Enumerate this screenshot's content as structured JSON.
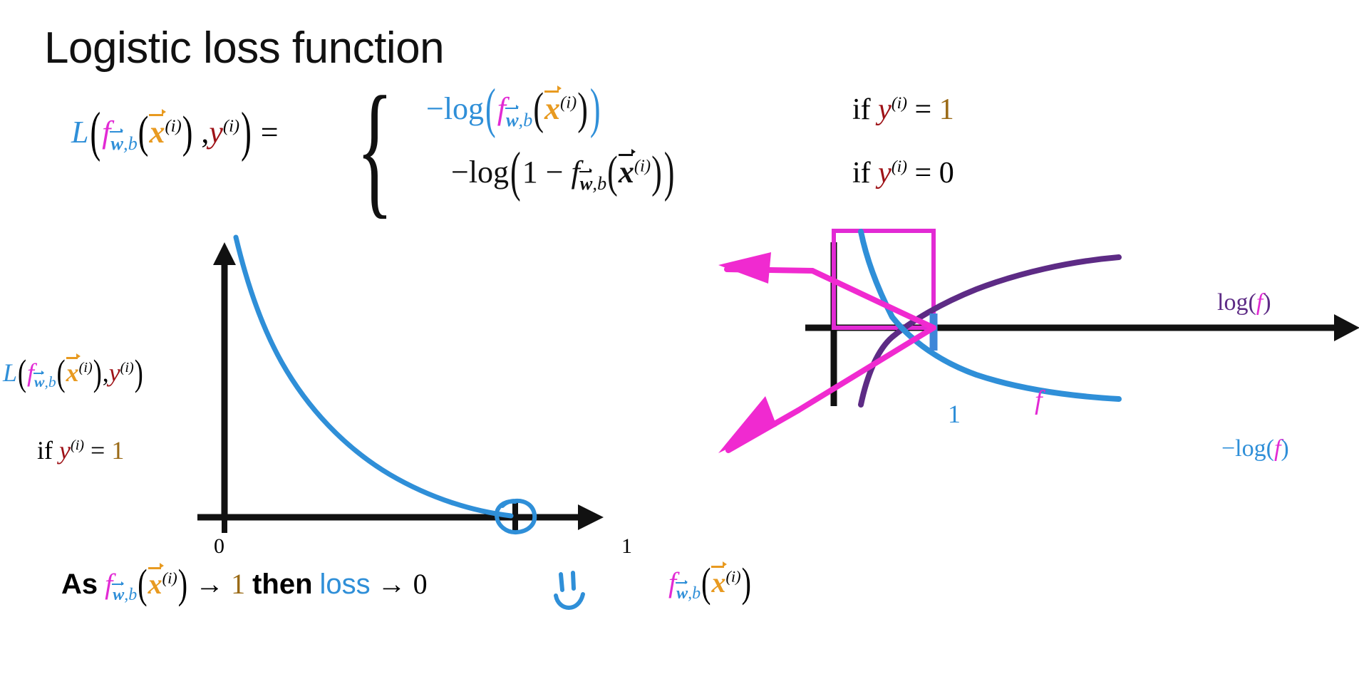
{
  "slide": {
    "title": "Logistic loss function",
    "background_color": "#ffffff"
  },
  "colors": {
    "blue": "#2f8fd8",
    "magenta": "#e22ad4",
    "pink_arrow": "#f02ad0",
    "orange": "#e89a20",
    "dark_red": "#9e1217",
    "brown_gold": "#9a6a16",
    "purple": "#5d2b85",
    "black": "#111111"
  },
  "equation": {
    "lhs": {
      "L": "L",
      "open_paren": "(",
      "f": "f",
      "sub_w": "w",
      "sub_comma_b": ",b",
      "inner_open": "(",
      "x": "x",
      "x_sup": "(i)",
      "inner_close": ")",
      "comma": " ,",
      "y": "y",
      "y_sup": "(i)",
      "close_paren": ")",
      "equals": "="
    },
    "brace": "{",
    "case1": {
      "minus_log": "−log",
      "open": "(",
      "f": "f",
      "sub_w": "w",
      "sub_comma_b": ",b",
      "inner_open": "(",
      "x": "x",
      "x_sup": "(i)",
      "inner_close": ")",
      "close": ")"
    },
    "case1_condition": {
      "if": "if",
      "y": "y",
      "y_sup": "(i)",
      "equals": "=",
      "value": "1"
    },
    "case2": {
      "minus_log": "−log",
      "open": "(",
      "one_minus": "1 −",
      "f": "f",
      "sub_w": "w",
      "sub_comma_b": ",b",
      "inner_open": "(",
      "x": "x",
      "x_sup": "(i)",
      "inner_close": ")",
      "close": ")"
    },
    "case2_condition": {
      "if": "if",
      "y": "y",
      "y_sup": "(i)",
      "equals": "=",
      "value": "0"
    }
  },
  "left_plot": {
    "y_axis_label": {
      "L": "L",
      "open_paren": "(",
      "f": "f",
      "sub_w": "w",
      "sub_comma_b": ",b",
      "inner_open": "(",
      "x": "x",
      "x_sup": "(i)",
      "inner_close": ")",
      "comma": ",",
      "y": "y",
      "y_sup": "(i)",
      "close_paren": ")"
    },
    "y_axis_condition": {
      "if": "if",
      "y": "y",
      "y_sup": "(i)",
      "equals": "=",
      "value": "1"
    },
    "x_tick_0": "0",
    "x_tick_1": "1",
    "curve_color": "#2f8fd8",
    "highlight_circle": "hand-drawn-circle-at-x-equals-1"
  },
  "caption": {
    "as": "As",
    "f": "f",
    "sub_w": "w",
    "sub_comma_b": ",b",
    "open": "(",
    "x": "x",
    "x_sup": "(i)",
    "close": ")",
    "arrow1": "→",
    "one": "1",
    "then": "then",
    "loss": "loss",
    "arrow2": "→",
    "zero": "0",
    "smiley": "smiley-face"
  },
  "right_plot": {
    "x_tick_1": "1",
    "f_label": "f",
    "log_label": {
      "log_open": "log(",
      "f": "f",
      "close": ")"
    },
    "neg_log_label": {
      "log_open": "−log(",
      "f": "f",
      "close": ")"
    },
    "bottom_axis_label": {
      "f": "f",
      "sub_w": "w",
      "sub_comma_b": ",b",
      "open": "(",
      "x": "x",
      "x_sup": "(i)",
      "close": ")"
    },
    "annotation_rect_color": "#e22ad4",
    "annotation_arrow_color": "#f02ad0",
    "log_curve_color": "#5d2b85",
    "neg_log_curve_color": "#2f8fd8"
  },
  "chart_data": [
    {
      "type": "line",
      "title": "Logistic loss when y=1",
      "xlabel": "f_wb(x^(i))",
      "ylabel": "L(f_wb(x^(i)), y^(i))",
      "xticks": [
        "0",
        "1"
      ],
      "xlim": [
        0,
        1.08
      ],
      "ylim": [
        0,
        6
      ],
      "grid": false,
      "legend": "none",
      "series": [
        {
          "name": "-log(f)",
          "color": "#2f8fd8",
          "x": [
            0.04,
            0.08,
            0.13,
            0.2,
            0.3,
            0.42,
            0.55,
            0.7,
            0.85,
            0.95,
            1.0
          ],
          "y": [
            5.9,
            4.7,
            3.9,
            3.1,
            2.3,
            1.65,
            1.1,
            0.65,
            0.28,
            0.1,
            0.0
          ]
        }
      ],
      "annotations": [
        "hand-drawn blue circle at (1, 0)"
      ]
    },
    {
      "type": "line",
      "title": "log(f) and -log(f)",
      "xlabel": "f",
      "ylabel": "",
      "xticks": [
        "1"
      ],
      "xlim": [
        -0.35,
        2.6
      ],
      "ylim": [
        -2.2,
        2.2
      ],
      "grid": false,
      "legend": "right-of-curves",
      "series": [
        {
          "name": "log(f)",
          "color": "#5d2b85",
          "x": [
            0.12,
            0.2,
            0.35,
            0.55,
            0.8,
            1.0,
            1.3,
            1.7,
            2.1,
            2.5
          ],
          "y": [
            -2.1,
            -1.6,
            -1.05,
            -0.6,
            -0.22,
            0.0,
            0.26,
            0.53,
            0.74,
            0.9
          ]
        },
        {
          "name": "-log(f)",
          "color": "#2f8fd8",
          "x": [
            0.12,
            0.2,
            0.35,
            0.55,
            0.8,
            1.0,
            1.3,
            1.7,
            2.1,
            2.5
          ],
          "y": [
            2.1,
            1.6,
            1.05,
            0.6,
            0.22,
            0.0,
            -0.26,
            -0.53,
            -0.74,
            -0.9
          ]
        }
      ],
      "annotations": [
        "magenta rectangle from (0,0) to (1,2.1)",
        "magenta arrow pointing to upper-left region",
        "magenta arrow pointing to lower-left region"
      ]
    }
  ]
}
